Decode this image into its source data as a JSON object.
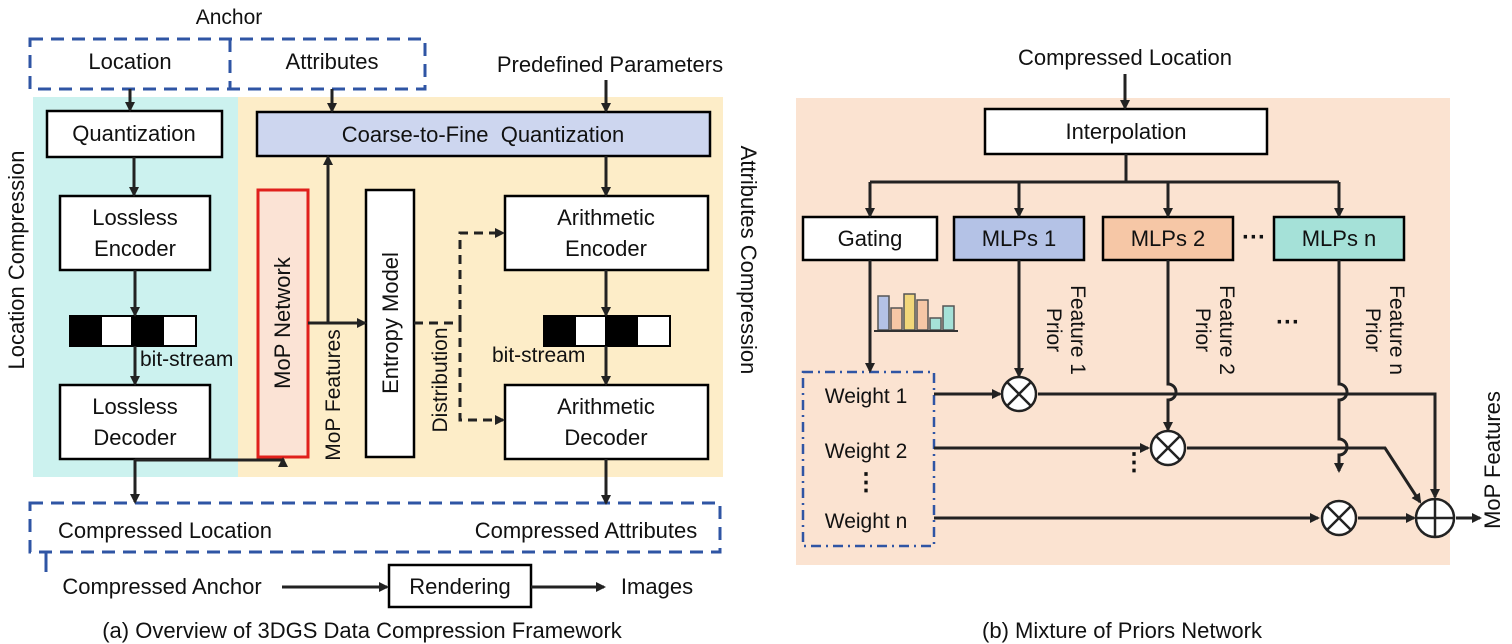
{
  "left": {
    "anchor_label": "Anchor",
    "location_label": "Location",
    "attributes_label": "Attributes",
    "predefined_label": "Predefined Parameters",
    "location_compression_label": "Location Compression",
    "attributes_compression_label": "Attributes Compression",
    "quantization_label": "Quantization",
    "lossless_encoder_line1": "Lossless",
    "lossless_encoder_line2": "Encoder",
    "bitstream_label": "bit-stream",
    "lossless_decoder_line1": "Lossless",
    "lossless_decoder_line2": "Decoder",
    "coarse_to_fine_label": "Coarse-to-Fine  Quantization",
    "mop_network_label": "MoP Network",
    "mop_features_label": "MoP Features",
    "entropy_model_label": "Entropy Model",
    "distribution_label": "Distribution",
    "arith_encoder_line1": "Arithmetic",
    "arith_encoder_line2": "Encoder",
    "bitstream_label_2": "bit-stream",
    "arith_decoder_line1": "Arithmetic",
    "arith_decoder_line2": "Decoder",
    "compressed_location_label": "Compressed Location",
    "compressed_attributes_label": "Compressed Attributes",
    "compressed_anchor_label": "Compressed Anchor",
    "rendering_label": "Rendering",
    "images_label": "Images",
    "caption": "(a) Overview of 3DGS Data Compression Framework"
  },
  "right": {
    "compressed_location_label": "Compressed Location",
    "interpolation_label": "Interpolation",
    "gating_label": "Gating",
    "mlp1_label": "MLPs 1",
    "mlp2_label": "MLPs 2",
    "mlpn_label": "MLPs n",
    "ellipsis": "···",
    "prior_label": "Prior",
    "feature1_label": "Feature 1",
    "feature2_label": "Feature 2",
    "featuren_label": "Feature n",
    "weight1_label": "Weight 1",
    "weight2_label": "Weight 2",
    "weightn_label": "Weight n",
    "vdots": "⋮",
    "mop_features_label": "MoP Features",
    "caption": "(b) Mixture of Priors Network",
    "histogram_values": [
      0.85,
      0.55,
      0.9,
      0.75,
      0.3,
      0.6
    ]
  },
  "colors": {
    "location_bg": "#ccf2ef",
    "attributes_bg": "#fdedc8",
    "mop_bg": "#fbe3d1",
    "coarse_fill": "#cdd6ef",
    "mlp1_fill": "#b4c2e6",
    "mlp2_fill": "#f6c7a6",
    "mlpn_fill": "#a5e1d8",
    "mop_network_fill": "#fbe3d5",
    "mop_network_stroke": "#e0201c",
    "anchor_blue": "#2f55a4",
    "teal": "#1b9a91",
    "gold": "#f2c31b",
    "orange": "#c8641c",
    "weight_blue": "#2f55a4",
    "histogram_colors": [
      "#b4c2e6",
      "#f6c7a6",
      "#f2d77a",
      "#f6c7a6",
      "#a5e1d8",
      "#a5e1d8"
    ]
  }
}
